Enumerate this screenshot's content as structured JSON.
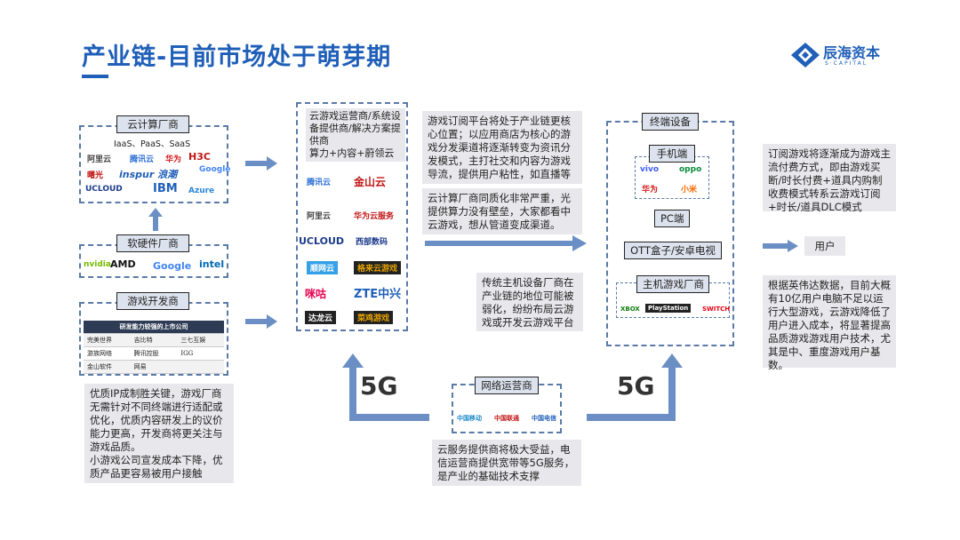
{
  "title": "产业链-目前市场处于萌芽期",
  "brand": {
    "name": "辰海资本",
    "sub": "S·CAPITAL",
    "color": "#1f5fb8"
  },
  "cloud_vendors": {
    "tag": "云计算厂商",
    "services": "IaaS、PaaS、SaaS",
    "logos": [
      "阿里云",
      "腾讯云",
      "华为",
      "H3C",
      "曙光",
      "inspur 浪潮",
      "Google",
      "UCLOUD",
      "IBM",
      "Azure"
    ]
  },
  "hw_sw_vendors": {
    "tag": "软硬件厂商",
    "logos": [
      "nvidia",
      "AMD",
      "Google",
      "intel"
    ]
  },
  "game_devs": {
    "tag": "游戏开发商",
    "table_header": "研发能力较强的上市公司",
    "rows": [
      [
        "完美世界",
        "吉比特",
        "三七互娱"
      ],
      [
        "游族网络",
        "腾讯控股",
        "IGG"
      ],
      [
        "金山软件",
        "网易",
        ""
      ]
    ],
    "note": "优质IP成制胜关键，游戏厂商无需针对不同终端进行适配或优化，优质内容研发上的议价能力更高，开发商将更关注与游戏品质。\n小游戏公司宣发成本下降，优质产品更容易被用户接触"
  },
  "cloud_gaming_ops": {
    "title": "云游戏运营商/系统设备提供商/解决方案提供商\n算力+内容+蔚领云",
    "logos": [
      "腾讯云",
      "金山云",
      "阿里云",
      "华为云服务",
      "UCLOUD",
      "西部数码",
      "顺网云",
      "格来云游戏",
      "咪咕",
      "ZTE中兴",
      "达龙云",
      "菜鸡游戏"
    ]
  },
  "mid_notes": {
    "n1": "游戏订阅平台将处于产业链更核心位置；以应用商店为核心的游戏分发渠道将逐渐转变为资讯分发模式，主打社交和内容为游戏导流，提供用户粘性，如直播等",
    "n2": "云计算厂商同质化非常严重，光提供算力没有壁垒，大家都看中云游戏，想从管道变成渠道。",
    "n3": "传统主机设备厂商在产业链的地位可能被弱化，纷纷布局云游戏或开发云游戏平台"
  },
  "network_ops": {
    "tag": "网络运营商",
    "logos": [
      "中国移动",
      "中国联通",
      "中国电信"
    ],
    "note": "云服务提供商将极大受益，电信运营商提供宽带等5G服务，是产业的基础技术支撑"
  },
  "terminals": {
    "tag": "终端设备",
    "mobile_tag": "手机端",
    "mobile_logos": [
      "vivo",
      "oppo",
      "华为",
      "小米"
    ],
    "pc_tag": "PC端",
    "tv_tag": "OTT盒子/安卓电视",
    "console_tag": "主机游戏厂商",
    "console_logos": [
      "XBOX",
      "PlayStation",
      "SWITCH"
    ]
  },
  "users": {
    "tag": "用户",
    "note1": "订阅游戏将逐渐成为游戏主流付费方式，即由游戏买断/时长付费+道具内购制收费模式转系云游戏订阅+时长/道具DLC模式",
    "note2": "根据英伟达数据，目前大概有10亿用户电脑不足以运行大型游戏，云游戏降低了用户进入成本，将显著提高品质游戏游戏用户技术，尤其是中、重度游戏用户基数。"
  },
  "labels": {
    "five_g": "5G"
  }
}
